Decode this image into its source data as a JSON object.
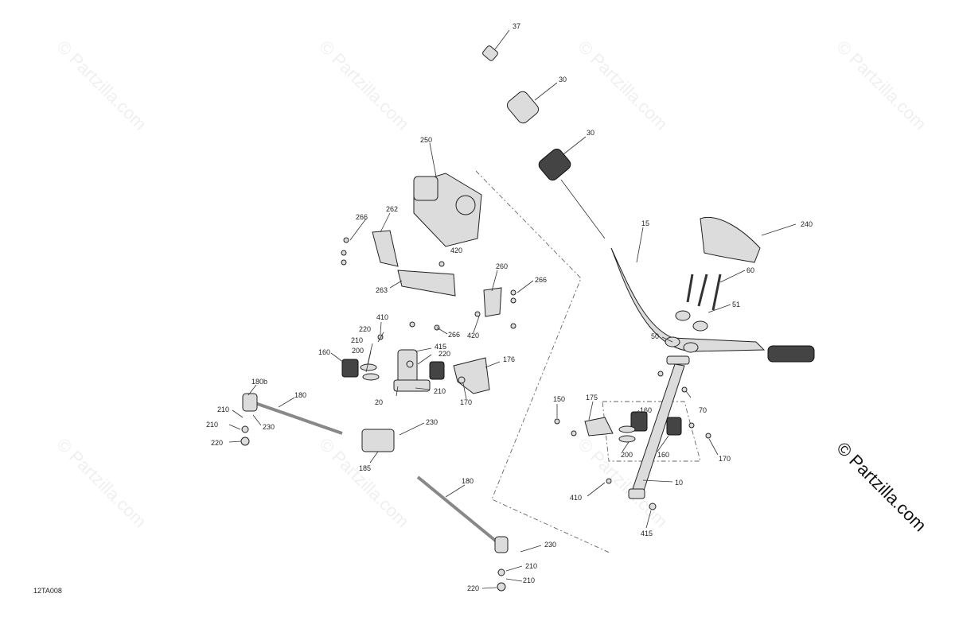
{
  "diagram": {
    "code": "12TA008",
    "copyright": "© Partzilla.com",
    "watermark": "© Partzilla.com",
    "callouts": [
      "37",
      "30",
      "30",
      "250",
      "266",
      "262",
      "420",
      "15",
      "240",
      "60",
      "51",
      "260",
      "266",
      "263",
      "410",
      "420",
      "266",
      "220",
      "210",
      "200",
      "160",
      "415",
      "220",
      "20",
      "210",
      "176",
      "170",
      "50",
      "180b",
      "180",
      "210",
      "230",
      "210",
      "220",
      "230",
      "185",
      "150",
      "175",
      "160",
      "70",
      "200",
      "160",
      "170",
      "10",
      "180",
      "410",
      "415",
      "230",
      "210",
      "210",
      "220"
    ]
  }
}
